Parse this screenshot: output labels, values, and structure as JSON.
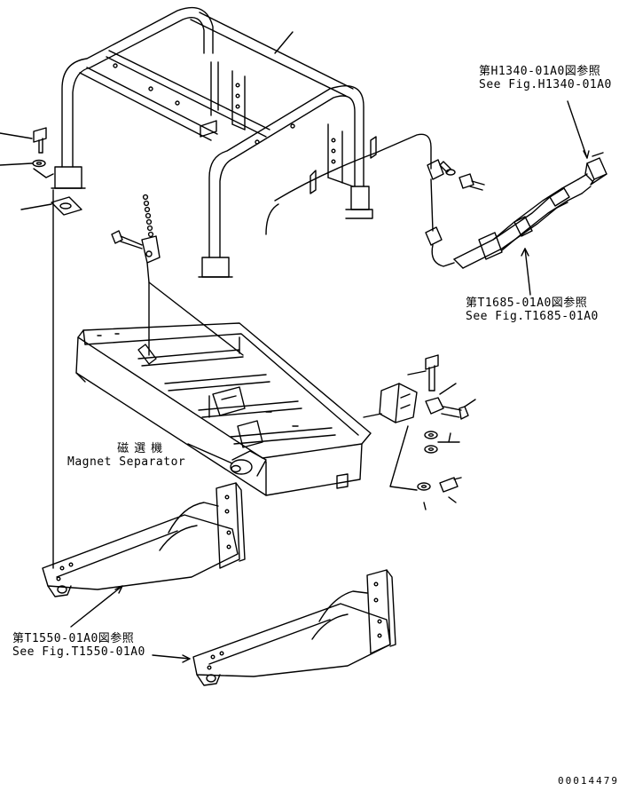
{
  "references": {
    "h1340": {
      "jp": "第H1340-01A0図参照",
      "en": "See Fig.H1340-01A0"
    },
    "t1685": {
      "jp": "第T1685-01A0図参照",
      "en": "See Fig.T1685-01A0"
    },
    "t1550": {
      "jp": "第T1550-01A0図参照",
      "en": "See Fig.T1550-01A0"
    }
  },
  "magnet_separator": {
    "jp": "磁選機",
    "en": "Magnet Separator"
  },
  "drawing_number": "00014479",
  "colors": {
    "line": "#000000",
    "background": "#ffffff"
  }
}
